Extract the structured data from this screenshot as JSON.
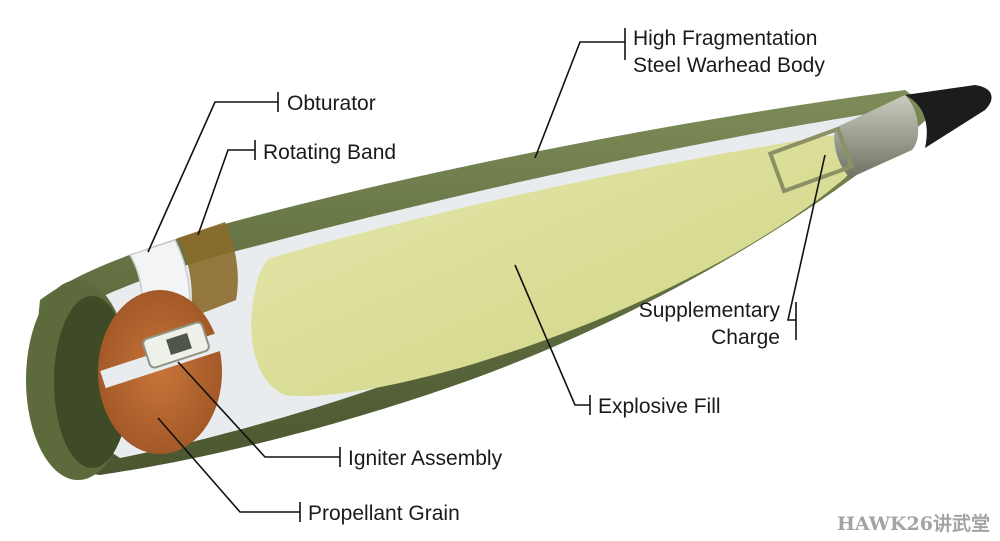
{
  "labels": {
    "warhead_body": [
      "High Fragmentation",
      "Steel Warhead Body"
    ],
    "obturator": "Obturator",
    "rotating_band": "Rotating Band",
    "supplementary_charge": [
      "Supplementary",
      "Charge"
    ],
    "explosive_fill": "Explosive Fill",
    "igniter_assembly": "Igniter Assembly",
    "propellant_grain": "Propellant Grain"
  },
  "watermark": "HAWK26讲武堂",
  "colors": {
    "casing": "#6b7a48",
    "casing_dark": "#4e5a33",
    "inner_liner": "#e9ecef",
    "explosive_fill": "#dcdf9a",
    "propellant": "#b5652f",
    "rotating_band": "#8a6a2a",
    "nose_cap": "#1c1c1c",
    "fuze": "#9a9f8d"
  }
}
